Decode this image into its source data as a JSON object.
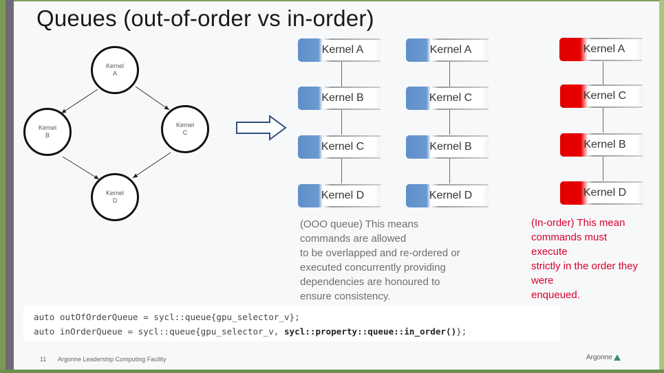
{
  "slide": {
    "title": "Queues (out-of-order vs in-order)",
    "page_number": "11",
    "footer": "Argonne Leadership Computing Facility",
    "logo_text": "Argonne"
  },
  "graph": {
    "nodes": [
      {
        "id": "A",
        "line1": "Kernel",
        "line2": "A"
      },
      {
        "id": "B",
        "line1": "Kernel",
        "line2": "B"
      },
      {
        "id": "C",
        "line1": "Kernel",
        "line2": "C"
      },
      {
        "id": "D",
        "line1": "Kernel",
        "line2": "D"
      }
    ],
    "edges": [
      [
        "A",
        "B"
      ],
      [
        "A",
        "C"
      ],
      [
        "B",
        "D"
      ],
      [
        "C",
        "D"
      ]
    ]
  },
  "ooo_column_1": [
    "Kernel A",
    "Kernel B",
    "Kernel C",
    "Kernel D"
  ],
  "ooo_column_2": [
    "Kernel A",
    "Kernel C",
    "Kernel B",
    "Kernel D"
  ],
  "inorder_column": [
    "Kernel A",
    "Kernel C",
    "Kernel B",
    "Kernel D"
  ],
  "ooo_description": [
    "(OOO queue) This means",
    "commands are allowed",
    "to be overlapped and re-ordered or",
    "executed concurrently providing",
    "dependencies are honoured to",
    "ensure consistency."
  ],
  "inorder_description": [
    "(In-order) This mean",
    "commands must",
    "execute",
    "strictly in the order they",
    "were",
    "enqueued."
  ],
  "code": {
    "line1": "auto outOfOrderQueue = sycl::queue{gpu_selector_v};",
    "line2_prefix": "auto inOrderQueue = sycl::queue{gpu_selector_v, ",
    "line2_bold": "sycl::property::queue::in_order()",
    "line2_suffix": "};"
  },
  "colors": {
    "ooo_accent": "#5f8fc8",
    "inorder_accent": "#e00000",
    "inorder_text": "#d8002a"
  }
}
